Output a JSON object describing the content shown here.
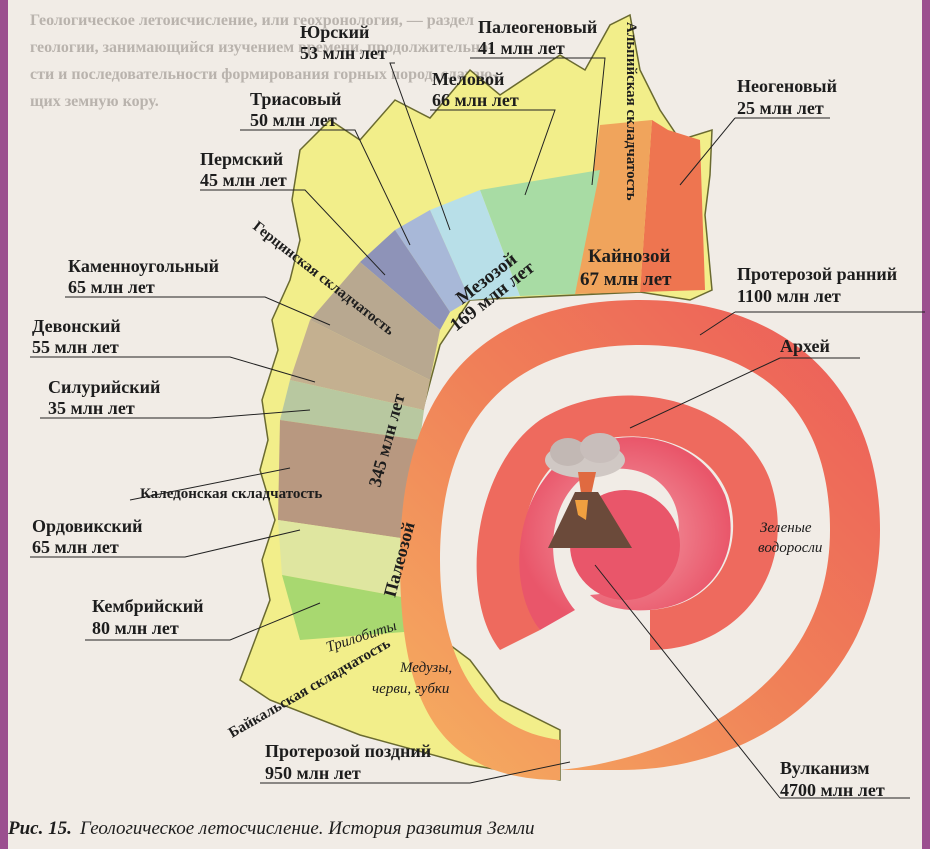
{
  "header": {
    "line1": "Геологическое летоисчисление, или геохронология, — раздел",
    "line2": "геологии, занимающийся изучением времени, продолжительно-",
    "line3": "сти и последовательности формирования горных пород, слагаю-",
    "line4": "щих земную кору."
  },
  "eras": {
    "cenozoic": "Кайнозой",
    "cenozoic_dur": "67 млн лет",
    "mesozoic": "Мезозой",
    "mesozoic_dur": "169 млн лет",
    "paleozoic": "Палеозой",
    "paleozoic_dur": "345 млн лет"
  },
  "periods": {
    "neogene": {
      "name": "Неогеновый",
      "dur": "25 млн лет"
    },
    "paleogene": {
      "name": "Палеогеновый",
      "dur": "41 млн лет"
    },
    "jurassic": {
      "name": "Юрский",
      "dur": "53 млн лет"
    },
    "cretaceous": {
      "name": "Меловой",
      "dur": "66 млн  лет"
    },
    "triassic": {
      "name": "Триасовый",
      "dur": "50 млн лет"
    },
    "permian": {
      "name": "Пермский",
      "dur": "45 млн лет"
    },
    "carboniferous": {
      "name": "Каменноугольный",
      "dur": "65 млн лет"
    },
    "devonian": {
      "name": "Девонский",
      "dur": "55 млн лет"
    },
    "silurian": {
      "name": "Силурийский",
      "dur": "35 млн лет"
    },
    "ordovician": {
      "name": "Ордовикский",
      "dur": "65 млн лет"
    },
    "cambrian": {
      "name": "Кембрийский",
      "dur": "80 млн лет"
    }
  },
  "foldings": {
    "alpine": "Альпийская складчатость",
    "hercynian": "Герцинская складчатость",
    "caledonian": "Каледонская складчатость",
    "baikal": "Байкальская складчатость"
  },
  "spiral": {
    "proterozoic_early": "Протерозой ранний",
    "proterozoic_early_dur": "1100 млн лет",
    "archean": "Архей",
    "proterozoic_late": "Протерозой поздний",
    "proterozoic_late_dur": "950 млн лет",
    "volcanism": "Вулканизм",
    "volcanism_dur": "4700 млн лет"
  },
  "life": {
    "algae_1": "Зеленые",
    "algae_2": "водоросли",
    "jelly_1": "Медузы,",
    "jelly_2": "черви, губки",
    "trilobites": "Трилобиты"
  },
  "caption": {
    "fig": "Рис. 15.",
    "text": "Геологическое летосчисление. История развития Земли"
  },
  "colors": {
    "frame": "#9b4f8f",
    "page": "#f1ece6",
    "mountains": "#f2ee8a",
    "spiral_outer": "#f39a5a",
    "spiral_inner": "#ee5a5a"
  }
}
